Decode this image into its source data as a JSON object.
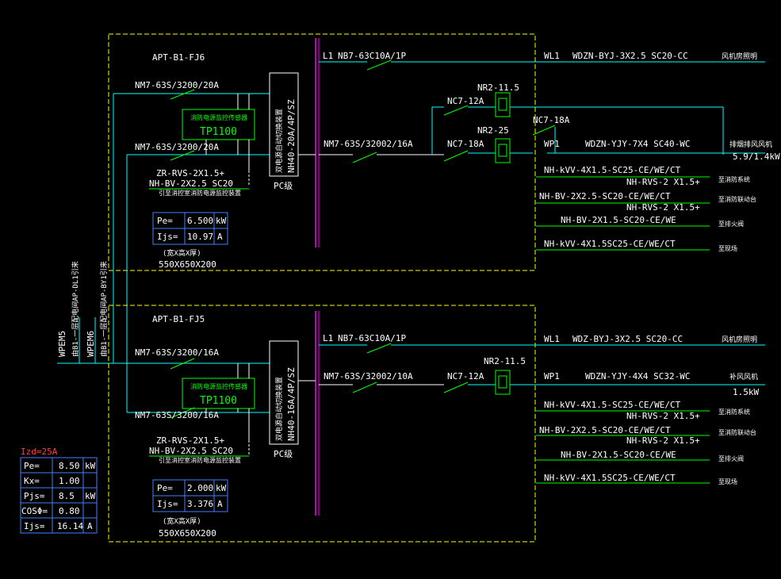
{
  "colors": {
    "background": "#000000",
    "cyan": "#00ffff",
    "green": "#00ff00",
    "yellow": "#ffff00",
    "magenta": "#ff00ff",
    "white": "#ffffff",
    "blue": "#4080ff",
    "red": "#ff4040"
  },
  "feeders": {
    "wpem5_label": "WPEM5",
    "wpem5_desc": "由B1-一层配电间AP-DL1引来",
    "wpem6_label": "WPEM6",
    "wpem6_desc": "由B1-一层配电间AP-BY1引来"
  },
  "summary": {
    "izd": "Izd=25A",
    "rows": [
      {
        "label": "Pe=",
        "value": "8.50",
        "unit": "kW"
      },
      {
        "label": "Kx=",
        "value": "1.00",
        "unit": ""
      },
      {
        "label": "Pjs=",
        "value": "8.5",
        "unit": "kW"
      },
      {
        "label": "COSΦ=",
        "value": "0.80",
        "unit": ""
      },
      {
        "label": "Ijs=",
        "value": "16.14",
        "unit": "A"
      }
    ]
  },
  "panel1": {
    "name": "APT-B1-FJ6",
    "breaker1": "NM7-63S/3200/20A",
    "breaker2": "NM7-63S/3200/20A",
    "monitor_title": "消防电源监控传感器",
    "monitor_model": "TP1100",
    "ats_label": "NH40-20A/4P/SZ",
    "ats_desc": "双电源自动切换装置",
    "pc_label": "PC级",
    "cable1": "ZR-RVS-2X1.5+",
    "cable2": "NH-BV-2X2.5 SC20",
    "cable_desc": "引至消控室消防电源监控装置",
    "pe_label": "Pe=",
    "pe_value": "6.500",
    "pe_unit": "kW",
    "ijs_label": "Ijs=",
    "ijs_value": "10.97",
    "ijs_unit": "A",
    "dim_label": "(宽X高X厚)",
    "dim_value": "550X650X200",
    "l1_label": "L1",
    "l1_breaker": "NB7-63C10A/1P",
    "main_breaker": "NM7-63S/32002/16A",
    "nc1": "NC7-12A",
    "nr1": "NR2-11.5",
    "nc2": "NC7-18A",
    "nr2": "NR2-25",
    "nc3": "NC7-18A",
    "wl1_label": "WL1",
    "wl1_cable": "WDZN-BYJ-3X2.5 SC20-CC",
    "wl1_desc": "风机房照明",
    "wp1_label": "WP1",
    "wp1_cable": "WDZN-YJY-7X4 SC40-WC",
    "wp1_desc": "排烟排风风机",
    "wp1_power": "5.9/1.4kW",
    "ctrl1_cable": "NH-kVV-4X1.5-SC25-CE/WE/CT",
    "ctrl1_desc": "至消防系统",
    "ctrl2_cable": "NH-RVS-2 X1.5+",
    "ctrl3_cable": "NH-BV-2X2.5-SC20-CE/WE/CT",
    "ctrl3_desc": "至消防联动台",
    "ctrl4_cable": "NH-RVS-2 X1.5+",
    "ctrl5_cable": "NH-BV-2X1.5-SC20-CE/WE",
    "ctrl5_desc": "至排火阀",
    "ctrl6_cable": "NH-kVV-4X1.5SC25-CE/WE/CT",
    "ctrl6_desc": "至现场"
  },
  "panel2": {
    "name": "APT-B1-FJ5",
    "breaker1": "NM7-63S/3200/16A",
    "breaker2": "NM7-63S/3200/16A",
    "monitor_title": "消防电源监控传感器",
    "monitor_model": "TP1100",
    "ats_label": "NH40-16A/4P/SZ",
    "ats_desc": "双电源自动切换装置",
    "pc_label": "PC级",
    "cable1": "ZR-RVS-2X1.5+",
    "cable2": "NH-BV-2X2.5 SC20",
    "cable_desc": "引至消控室消防电源监控装置",
    "pe_label": "Pe=",
    "pe_value": "2.000",
    "pe_unit": "kW",
    "ijs_label": "Ijs=",
    "ijs_value": "3.376",
    "ijs_unit": "A",
    "dim_label": "(宽X高X厚)",
    "dim_value": "550X650X200",
    "l1_label": "L1",
    "l1_breaker": "NB7-63C10A/1P",
    "main_breaker": "NM7-63S/32002/10A",
    "nc1": "NC7-12A",
    "nr1": "NR2-11.5",
    "wl1_label": "WL1",
    "wl1_cable": "WDZ-BYJ-3X2.5 SC20-CC",
    "wl1_desc": "风机房照明",
    "wp1_label": "WP1",
    "wp1_cable": "WDZN-YJY-4X4 SC32-WC",
    "wp1_desc": "补风风机",
    "wp1_power": "1.5kW",
    "ctrl1_cable": "NH-kVV-4X1.5-SC25-CE/WE/CT",
    "ctrl1_desc": "至消防系统",
    "ctrl2_cable": "NH-RVS-2 X1.5+",
    "ctrl3_cable": "NH-BV-2X2.5-SC20-CE/WE/CT",
    "ctrl3_desc": "至消防联动台",
    "ctrl4_cable": "NH-RVS-2 X1.5+",
    "ctrl5_cable": "NH-BV-2X1.5-SC20-CE/WE",
    "ctrl5_desc": "至排火阀",
    "ctrl6_cable": "NH-kVV-4X1.5SC25-CE/WE/CT",
    "ctrl6_desc": "至现场"
  }
}
